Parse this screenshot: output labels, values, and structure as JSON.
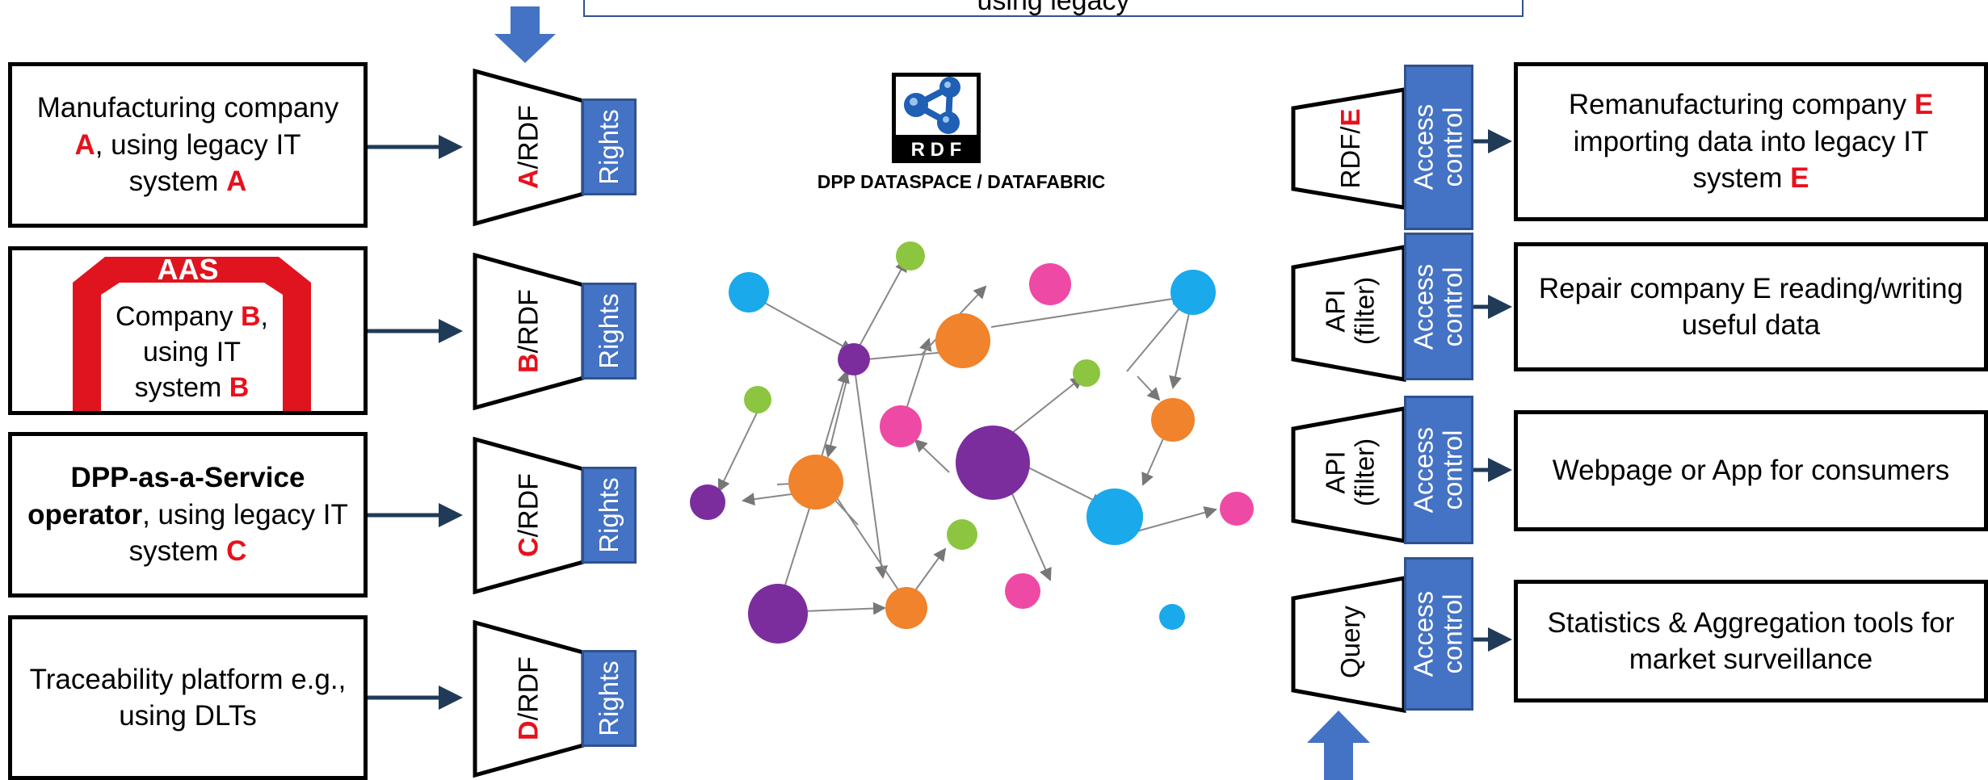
{
  "top_banner": {
    "text": "using legacy"
  },
  "sources": [
    {
      "id": "a",
      "pre": "Manufacturing company ",
      "letter1": "A",
      "mid": ", using legacy IT system ",
      "letter2": "A",
      "connector_letter": "A",
      "connector_suffix": "/RDF",
      "rights": "Rights"
    },
    {
      "id": "b",
      "badge": "AAS",
      "pre": "Company ",
      "letter1": "B",
      "mid": ", using IT system ",
      "letter2": "B",
      "connector_letter": "B",
      "connector_suffix": "/RDF",
      "rights": "Rights"
    },
    {
      "id": "c",
      "bold": "DPP-as-a-Service operator",
      "mid": ", using legacy IT system ",
      "letter2": "C",
      "connector_letter": "C",
      "connector_suffix": "/RDF",
      "rights": "Rights"
    },
    {
      "id": "d",
      "text": "Traceability platform e.g., using DLTs",
      "connector_letter": "D",
      "connector_suffix": "/RDF",
      "rights": "Rights"
    }
  ],
  "center": {
    "logo_text": "R D F",
    "caption": "DPP DATASPACE / DATAFABRIC"
  },
  "consumers": [
    {
      "id": "e",
      "adapter_prefix": "RDF/",
      "adapter_letter": "E",
      "access": [
        "Access",
        "control"
      ],
      "pre": "Remanufacturing company ",
      "letter1": "E",
      "mid": " importing data into legacy IT system ",
      "letter2": "E"
    },
    {
      "id": "repair",
      "adapter": [
        "API",
        "(filter)"
      ],
      "access": [
        "Access",
        "control"
      ],
      "text": "Repair company E reading/writing useful data"
    },
    {
      "id": "web",
      "adapter": [
        "API",
        "(filter)"
      ],
      "access": [
        "Access",
        "control"
      ],
      "text": "Webpage or App for consumers"
    },
    {
      "id": "stats",
      "adapter": [
        "Query"
      ],
      "access": [
        "Access",
        "control"
      ],
      "text": "Statistics & Aggregation tools for market surveillance"
    }
  ],
  "colors": {
    "accent_blue": "#4472c4",
    "red_letter": "#e8101c",
    "aas_red": "#e0141e",
    "arrow_dark": "#1f3b57"
  }
}
